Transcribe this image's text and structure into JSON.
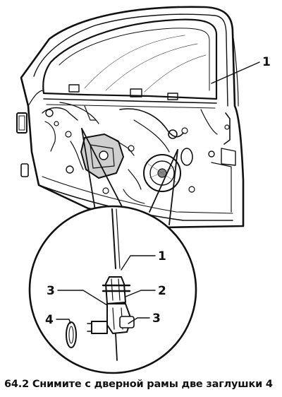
{
  "figure": {
    "callouts": {
      "door_window": "1",
      "detail_cable": "1",
      "detail_clip": "2",
      "detail_upper_part": "3",
      "detail_lower_part": "3",
      "detail_plug": "4"
    }
  },
  "caption": {
    "text": "64.2 Снимите с дверной рамы две заглушки 4"
  },
  "colors": {
    "ink": "#111111",
    "paper": "#ffffff",
    "shade": "#b8b8b8"
  }
}
